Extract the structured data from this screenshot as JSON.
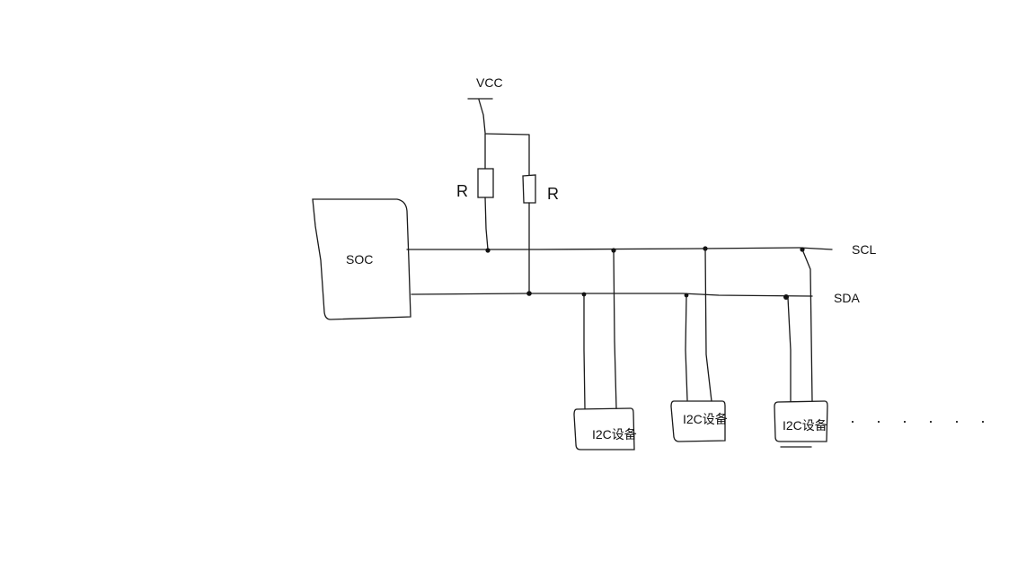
{
  "diagram": {
    "supply_label": "VCC",
    "resistor_label_1": "R",
    "resistor_label_2": "R",
    "soc_label": "SOC",
    "scl_label": "SCL",
    "sda_label": "SDA",
    "devices": [
      {
        "label": "I2C设备"
      },
      {
        "label": "I2C设备"
      },
      {
        "label": "I2C设备"
      }
    ],
    "ellipsis": "· · · · · ·"
  }
}
